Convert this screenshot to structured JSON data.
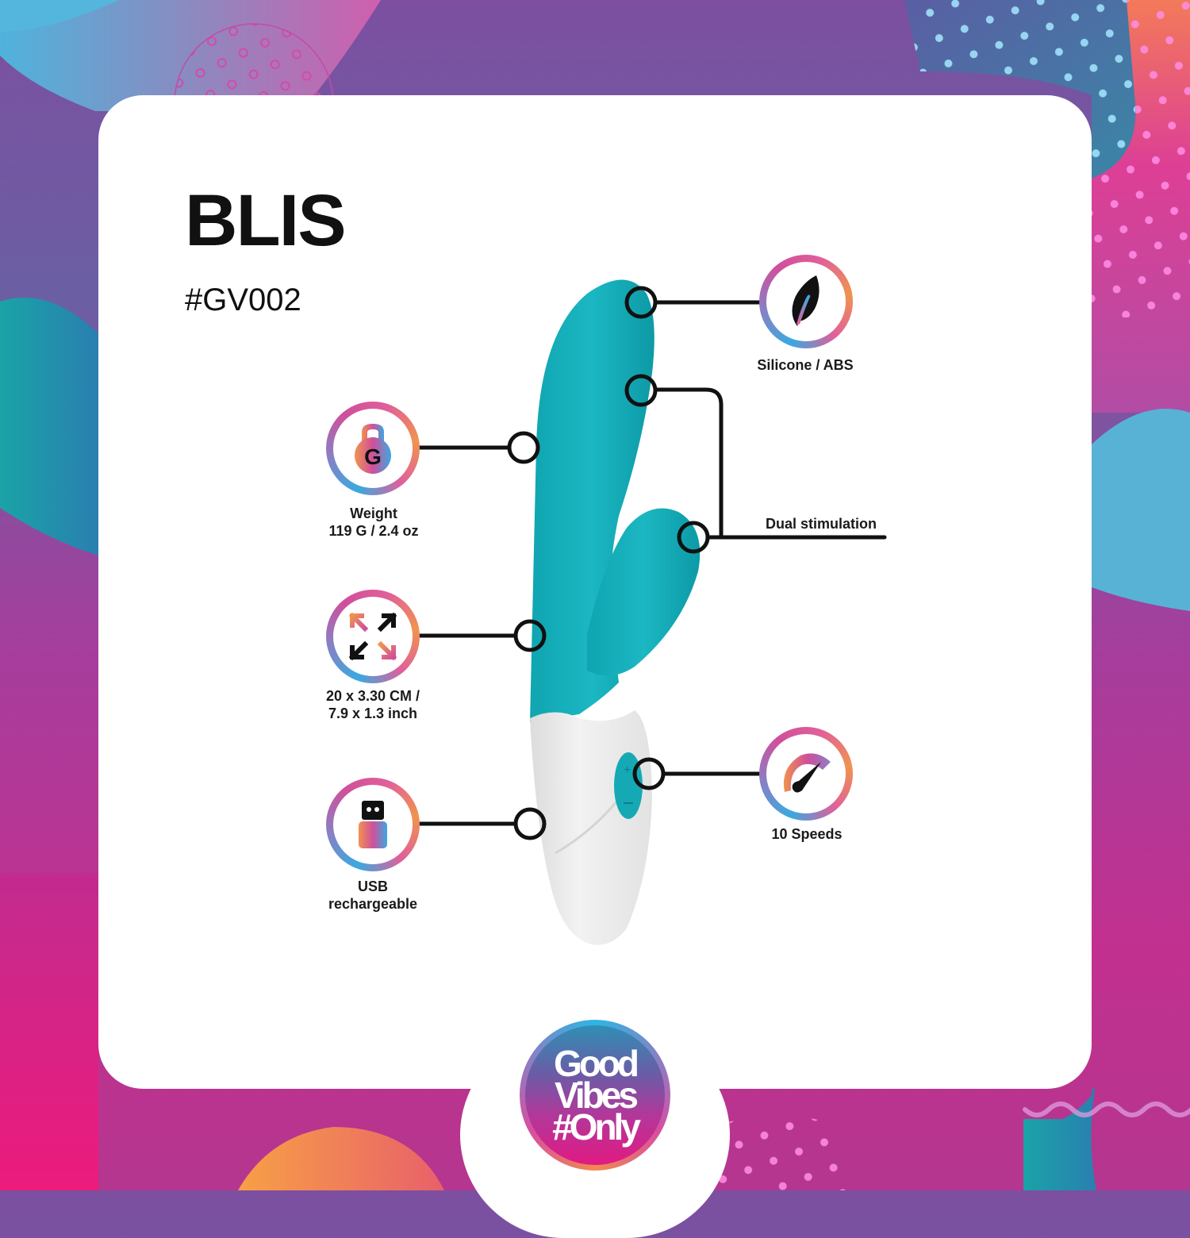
{
  "product": {
    "name": "BLIS",
    "sku": "#GV002"
  },
  "features": [
    {
      "id": "material",
      "icon": "feather-icon",
      "label_lines": [
        "Silicone / ABS"
      ]
    },
    {
      "id": "weight",
      "icon": "kettlebell-icon",
      "icon_text": "G",
      "label_lines": [
        "Weight",
        "119 G / 2.4 oz"
      ]
    },
    {
      "id": "stimulation",
      "icon": "none",
      "label_lines": [
        "Dual stimulation"
      ]
    },
    {
      "id": "dimensions",
      "icon": "expand-arrows-icon",
      "label_lines": [
        "20 x 3.30 CM /",
        "7.9 x 1.3 inch"
      ]
    },
    {
      "id": "speeds",
      "icon": "speedometer-icon",
      "label_lines": [
        "10 Speeds"
      ]
    },
    {
      "id": "charging",
      "icon": "usb-icon",
      "label_lines": [
        "USB",
        "rechargeable"
      ]
    }
  ],
  "product_image": {
    "body_color": "#17b2bd",
    "handle_color": "#ececec",
    "buttons": [
      "+",
      "−"
    ]
  },
  "brand": {
    "logo_lines": [
      "Good",
      "Vibes",
      "#Only"
    ]
  },
  "colors": {
    "gradient_orange": "#f0934f",
    "gradient_pink": "#d04f9b",
    "gradient_blue": "#3aa9e0",
    "text": "#1a1a1a"
  }
}
